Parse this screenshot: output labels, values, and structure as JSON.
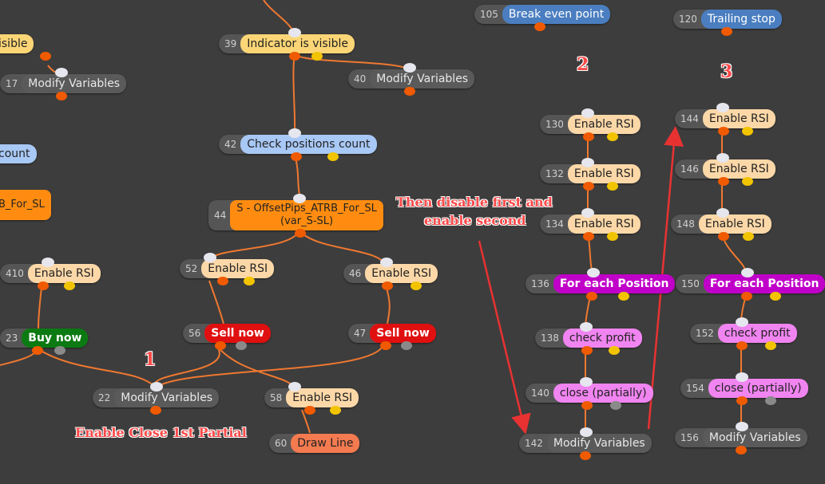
{
  "colors": {
    "background": "#3d3d3d",
    "wire": "#f07830",
    "wire_light": "#f4c0b0",
    "arrow": "#e83232"
  },
  "nodes": {
    "n105": {
      "num": "105",
      "label": "Break even point"
    },
    "n120": {
      "num": "120",
      "label": "Trailing stop"
    },
    "n39": {
      "num": "39",
      "label": "Indicator is visible"
    },
    "n_left_visible": {
      "label": "isible"
    },
    "n17": {
      "num": "17",
      "label": "Modify Variables"
    },
    "n40": {
      "num": "40",
      "label": "Modify Variables"
    },
    "n42": {
      "num": "42",
      "label": "Check positions count"
    },
    "n_left_count": {
      "label": "count"
    },
    "n_left_sl": {
      "label": "B_For_SL"
    },
    "n44": {
      "num": "44",
      "label_line1": "S - OffsetPips_ATRB_For_SL",
      "label_line2": "(var_S-SL)"
    },
    "n410": {
      "num": "410",
      "label": "Enable RSI"
    },
    "n52": {
      "num": "52",
      "label": "Enable RSI"
    },
    "n46": {
      "num": "46",
      "label": "Enable RSI"
    },
    "n23": {
      "num": "23",
      "label": "Buy now"
    },
    "n56": {
      "num": "56",
      "label": "Sell now"
    },
    "n47": {
      "num": "47",
      "label": "Sell now"
    },
    "n22": {
      "num": "22",
      "label": "Modify Variables"
    },
    "n58": {
      "num": "58",
      "label": "Enable RSI"
    },
    "n60": {
      "num": "60",
      "label": "Draw Line"
    },
    "n130": {
      "num": "130",
      "label": "Enable RSI"
    },
    "n132": {
      "num": "132",
      "label": "Enable RSI"
    },
    "n134": {
      "num": "134",
      "label": "Enable RSI"
    },
    "n136": {
      "num": "136",
      "label": "For each Position"
    },
    "n138": {
      "num": "138",
      "label": "check profit"
    },
    "n140": {
      "num": "140",
      "label": "close (partially)"
    },
    "n142": {
      "num": "142",
      "label": "Modify Variables"
    },
    "n144": {
      "num": "144",
      "label": "Enable RSI"
    },
    "n146": {
      "num": "146",
      "label": "Enable RSI"
    },
    "n148": {
      "num": "148",
      "label": "Enable RSI"
    },
    "n150": {
      "num": "150",
      "label": "For each Position"
    },
    "n152": {
      "num": "152",
      "label": "check profit"
    },
    "n154": {
      "num": "154",
      "label": "close (partially)"
    },
    "n156": {
      "num": "156",
      "label": "Modify Variables"
    }
  },
  "annotations": {
    "one": "1",
    "two": "2",
    "three": "3",
    "close_partial": "Enable Close 1st Partial",
    "disable_line1": "Then disable first and",
    "disable_line2": "enable second"
  }
}
